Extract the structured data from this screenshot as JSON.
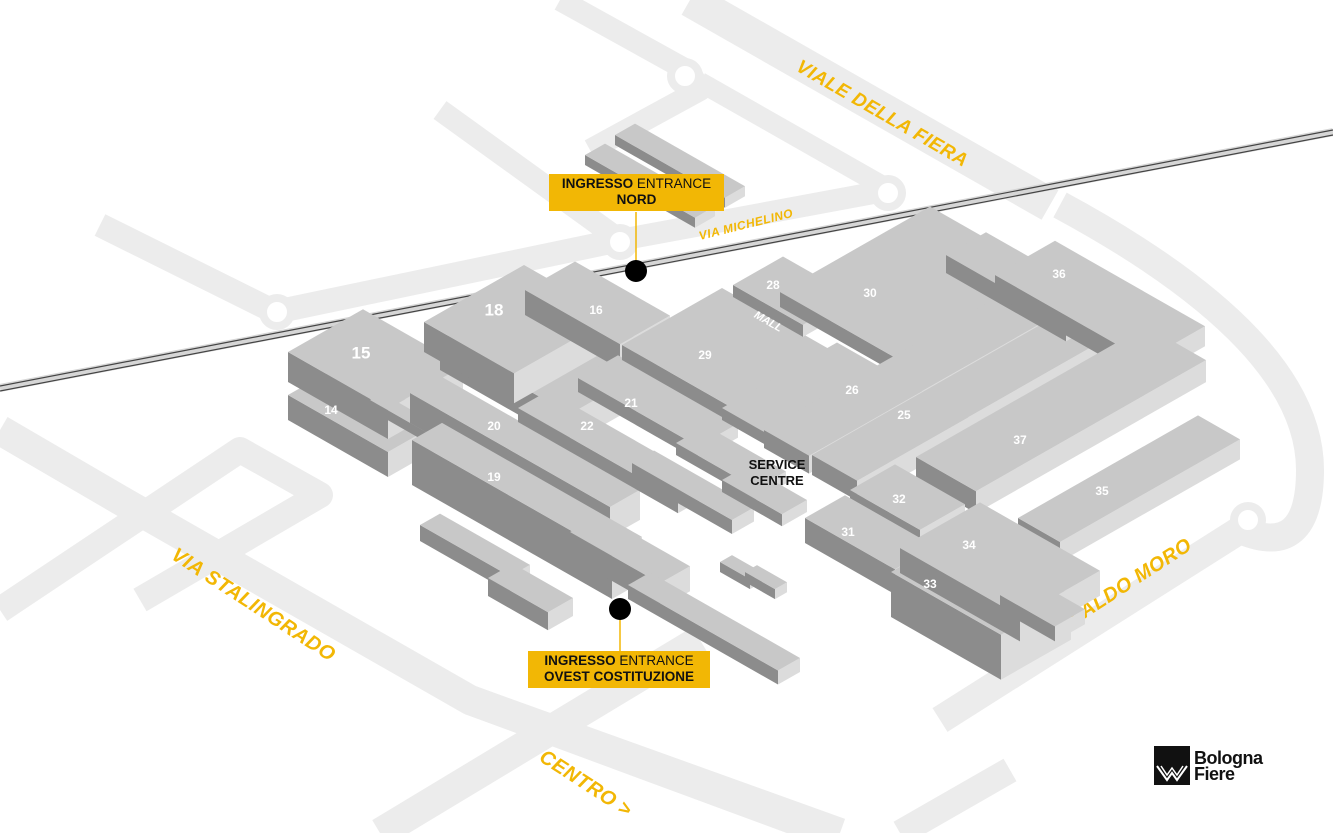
{
  "map": {
    "title": "Bologna Fiere",
    "colors": {
      "accent": "#f2b705",
      "road": "#ececec",
      "building_top": "#c8c8c8",
      "building_left": "#8c8c8c",
      "building_right": "#dcdcdc",
      "entrance_dot": "#000000"
    },
    "streets": [
      {
        "id": "viale-della-fiera",
        "label": "VIALE DELLA FIERA"
      },
      {
        "id": "via-michelino",
        "label": "VIA MICHELINO"
      },
      {
        "id": "via-stalingrado",
        "label": "VIA STALINGRADO"
      },
      {
        "id": "via-aldo-moro",
        "label": "VIA ALDO MORO"
      },
      {
        "id": "centro",
        "label": "CENTRO >"
      }
    ],
    "halls": [
      {
        "id": "14",
        "label": "14"
      },
      {
        "id": "15",
        "label": "15"
      },
      {
        "id": "16",
        "label": "16"
      },
      {
        "id": "18",
        "label": "18"
      },
      {
        "id": "19",
        "label": "19"
      },
      {
        "id": "20",
        "label": "20"
      },
      {
        "id": "21",
        "label": "21"
      },
      {
        "id": "22",
        "label": "22"
      },
      {
        "id": "25",
        "label": "25"
      },
      {
        "id": "26",
        "label": "26"
      },
      {
        "id": "28",
        "label": "28"
      },
      {
        "id": "29",
        "label": "29"
      },
      {
        "id": "30",
        "label": "30"
      },
      {
        "id": "31",
        "label": "31"
      },
      {
        "id": "32",
        "label": "32"
      },
      {
        "id": "33",
        "label": "33"
      },
      {
        "id": "34",
        "label": "34"
      },
      {
        "id": "35",
        "label": "35"
      },
      {
        "id": "36",
        "label": "36"
      },
      {
        "id": "37",
        "label": "37"
      }
    ],
    "mall_label": "MALL",
    "service_centre": {
      "line1": "SERVICE",
      "line2": "CENTRE"
    },
    "entrances": [
      {
        "id": "nord",
        "word_it": "INGRESSO",
        "word_en": "ENTRANCE",
        "name": "NORD"
      },
      {
        "id": "ovest",
        "word_it": "INGRESSO",
        "word_en": "ENTRANCE",
        "name": "OVEST COSTITUZIONE"
      }
    ],
    "logo": {
      "line1": "Bologna",
      "line2": "Fiere"
    }
  }
}
